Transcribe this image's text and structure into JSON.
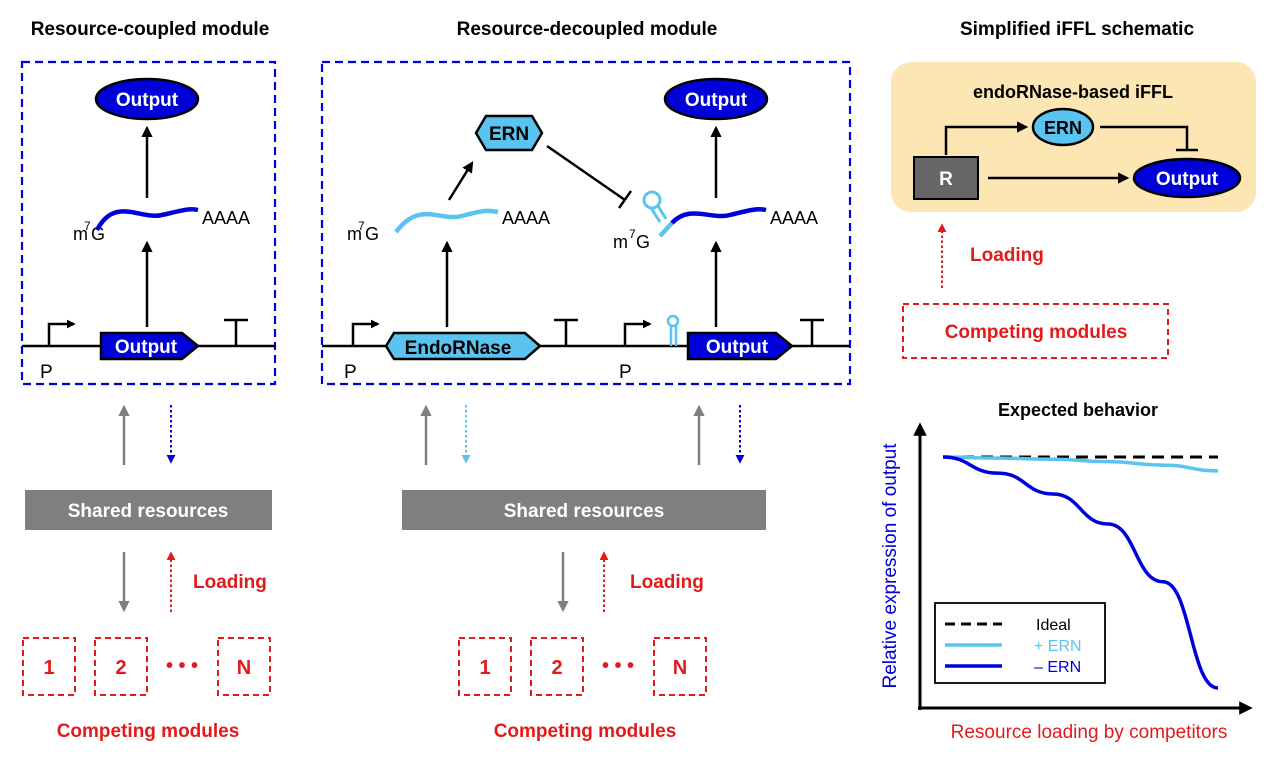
{
  "colors": {
    "blue": "#0000d8",
    "light_blue": "#5bc3f0",
    "red": "#e41a1a",
    "gray": "#7f7f7f",
    "gray_dark": "#5a5a5a",
    "panel_bg": "#fbe6b4",
    "black": "#000000"
  },
  "coupled": {
    "title": "Resource-coupled module",
    "output_oval": "Output",
    "cap_m": "m",
    "cap_sup": "7",
    "cap_g": "G",
    "polya": "AAAA",
    "gene_label": "Output",
    "promoter": "P",
    "shared": "Shared resources",
    "loading": "Loading",
    "competitors": [
      "1",
      "2",
      "N"
    ],
    "ellipsis": "• • •",
    "competing": "Competing modules"
  },
  "decoupled": {
    "title": "Resource-decoupled module",
    "ern": "ERN",
    "output_oval": "Output",
    "cap_m": "m",
    "cap_sup": "7",
    "cap_g": "G",
    "polya_left": "AAAA",
    "polya_right": "AAAA",
    "cap_m2": "m",
    "cap_sup2": "7",
    "cap_g2": "G",
    "gene_endo": "EndoRNase",
    "gene_output": "Output",
    "promoter_left": "P",
    "promoter_right": "P",
    "shared": "Shared resources",
    "loading": "Loading",
    "competitors": [
      "1",
      "2",
      "N"
    ],
    "ellipsis": "• • •",
    "competing": "Competing modules"
  },
  "schematic": {
    "title": "Simplified iFFL schematic",
    "panel_title": "endoRNase-based iFFL",
    "node_r": "R",
    "node_ern": "ERN",
    "node_output": "Output",
    "loading": "Loading",
    "competing": "Competing modules"
  },
  "chart": {
    "title": "Expected behavior",
    "xlabel": "Resource loading by competitors",
    "ylabel": "Relative expression of output"
  },
  "chart_data": {
    "type": "line",
    "title": "Expected behavior",
    "xlabel": "Resource loading by competitors",
    "ylabel": "Relative expression of output",
    "x": [
      0,
      0.2,
      0.4,
      0.6,
      0.8,
      1.0
    ],
    "series": [
      {
        "name": "Ideal",
        "values": [
          1.0,
          1.0,
          1.0,
          1.0,
          1.0,
          1.0
        ],
        "color": "#000000",
        "style": "dashed"
      },
      {
        "name": "+ ERN",
        "values": [
          1.0,
          0.995,
          0.99,
          0.98,
          0.965,
          0.94
        ],
        "color": "#5bc3f0",
        "style": "solid"
      },
      {
        "name": "– ERN",
        "values": [
          1.0,
          0.93,
          0.84,
          0.71,
          0.46,
          0.0
        ],
        "color": "#0000d8",
        "style": "solid"
      }
    ],
    "legend_position": "bottom-left",
    "grid": false
  }
}
